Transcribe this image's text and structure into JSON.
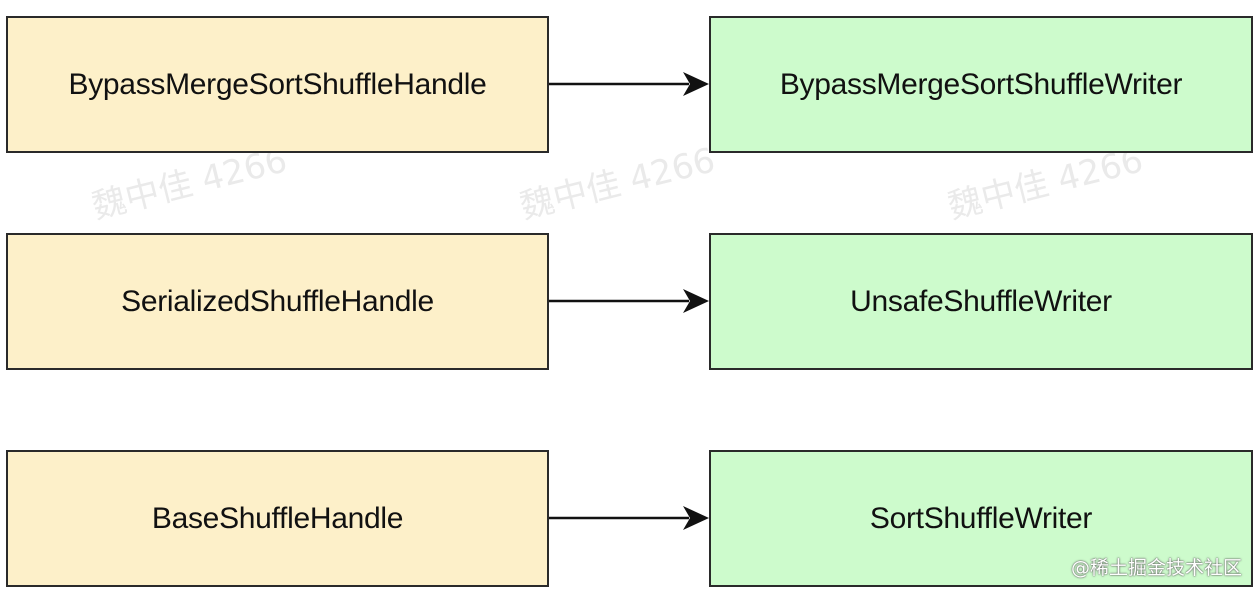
{
  "diagram": {
    "rows": [
      {
        "handle": "BypassMergeSortShuffleHandle",
        "writer": "BypassMergeSortShuffleWriter"
      },
      {
        "handle": "SerializedShuffleHandle",
        "writer": "UnsafeShuffleWriter"
      },
      {
        "handle": "BaseShuffleHandle",
        "writer": "SortShuffleWriter"
      }
    ],
    "colors": {
      "handle_fill": "#fdf0c9",
      "writer_fill": "#cdfbcc",
      "border": "#2a2a2a",
      "arrow": "#111111"
    }
  },
  "watermarks": [
    "魏中佳 4266",
    "魏中佳 4266",
    "魏中佳 4266"
  ],
  "footer_watermark": "@稀土掘金技术社区"
}
